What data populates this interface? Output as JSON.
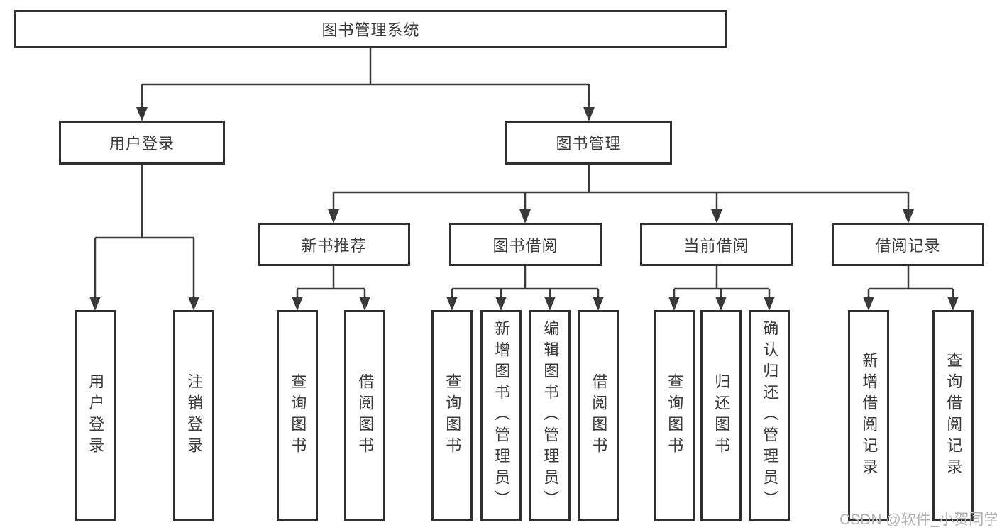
{
  "diagram": {
    "root_label": "图书管理系统",
    "level2": [
      {
        "label": "用户登录",
        "leaves": [
          "用户登录",
          "注销登录"
        ]
      },
      {
        "label": "图书管理"
      }
    ],
    "level3": [
      {
        "label": "新书推荐",
        "leaves": [
          "查询图书",
          "借阅图书"
        ]
      },
      {
        "label": "图书借阅",
        "leaves": [
          "查询图书",
          "新增图书（管理员）",
          "编辑图书（管理员）",
          "借阅图书"
        ]
      },
      {
        "label": "当前借阅",
        "leaves": [
          "查询图书",
          "归还图书",
          "确认归还（管理员）"
        ]
      },
      {
        "label": "借阅记录",
        "leaves": [
          "新增借阅记录",
          "查询借阅记录"
        ]
      }
    ]
  },
  "watermark": "CSDN @软件_小贺同学",
  "colors": {
    "box_border": "#303030",
    "connector": "#3a3a3a",
    "text": "#3b3b3b",
    "watermark": "#b2b2b2",
    "background": "#ffffff"
  }
}
